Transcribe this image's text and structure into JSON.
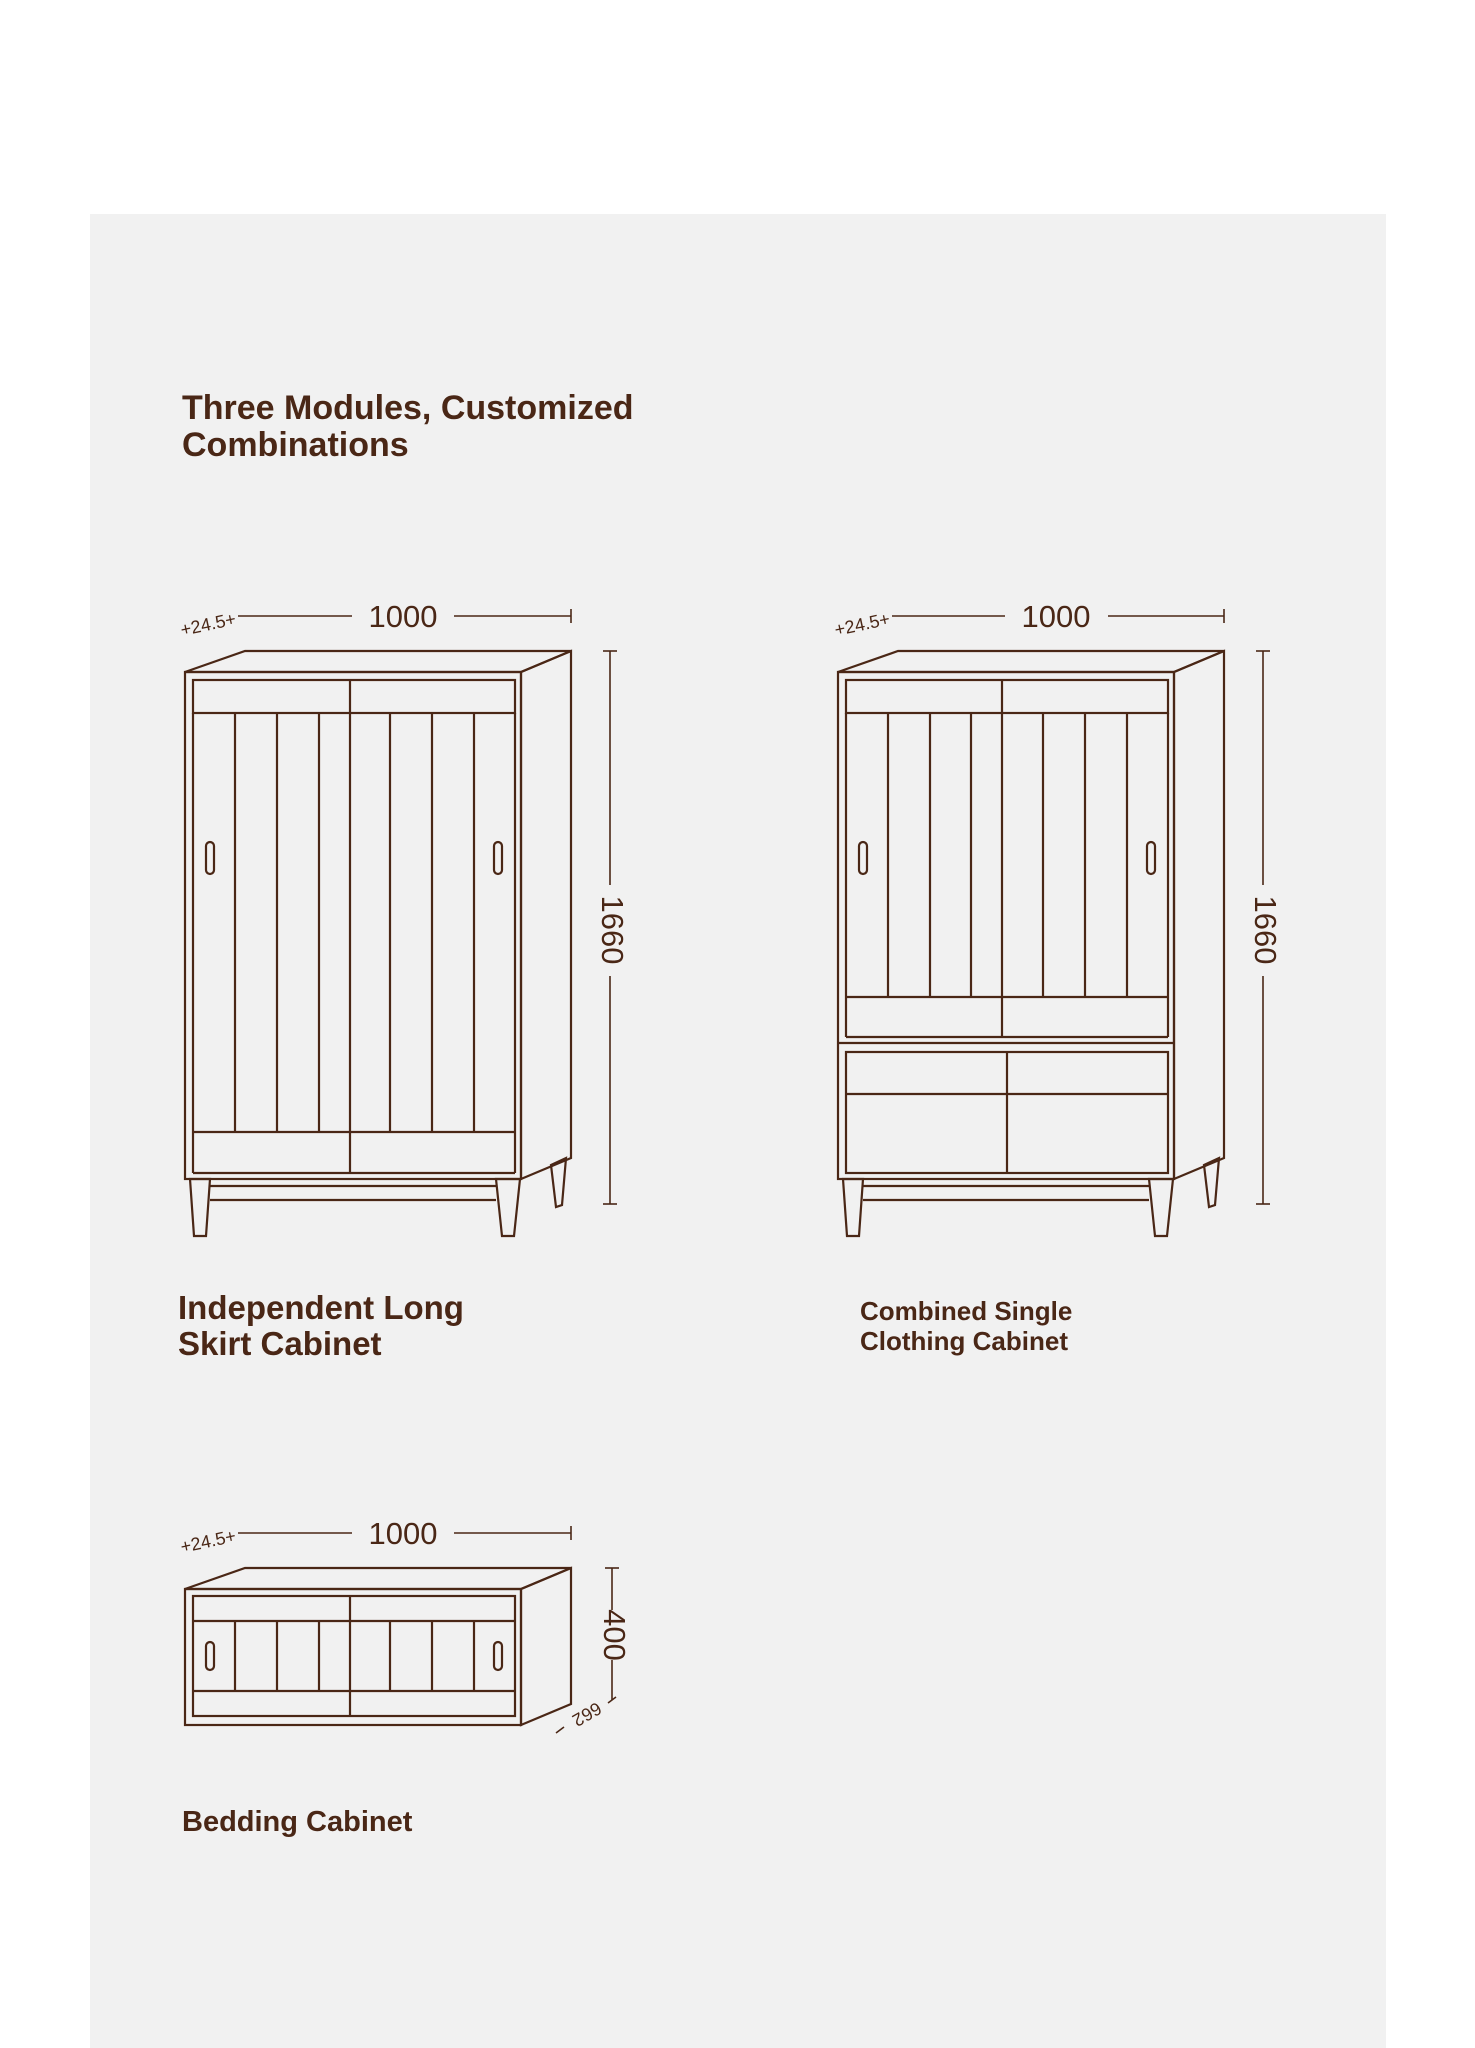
{
  "title": "Three Modules, Customized\nCombinations",
  "colors": {
    "line": "#4a2716",
    "panel": "#f1f1f1",
    "page": "#ffffff"
  },
  "modules": [
    {
      "caption": "Independent Long\nSkirt Cabinet",
      "width_label": "1000",
      "offset_label": "+24.5+",
      "height_label": "1660"
    },
    {
      "caption": "Combined Single\nClothing Cabinet",
      "width_label": "1000",
      "offset_label": "+24.5+",
      "height_label": "1660"
    },
    {
      "caption": "Bedding Cabinet",
      "width_label": "1000",
      "offset_label": "+24.5+",
      "height_label": "400",
      "depth_label": "662"
    }
  ]
}
